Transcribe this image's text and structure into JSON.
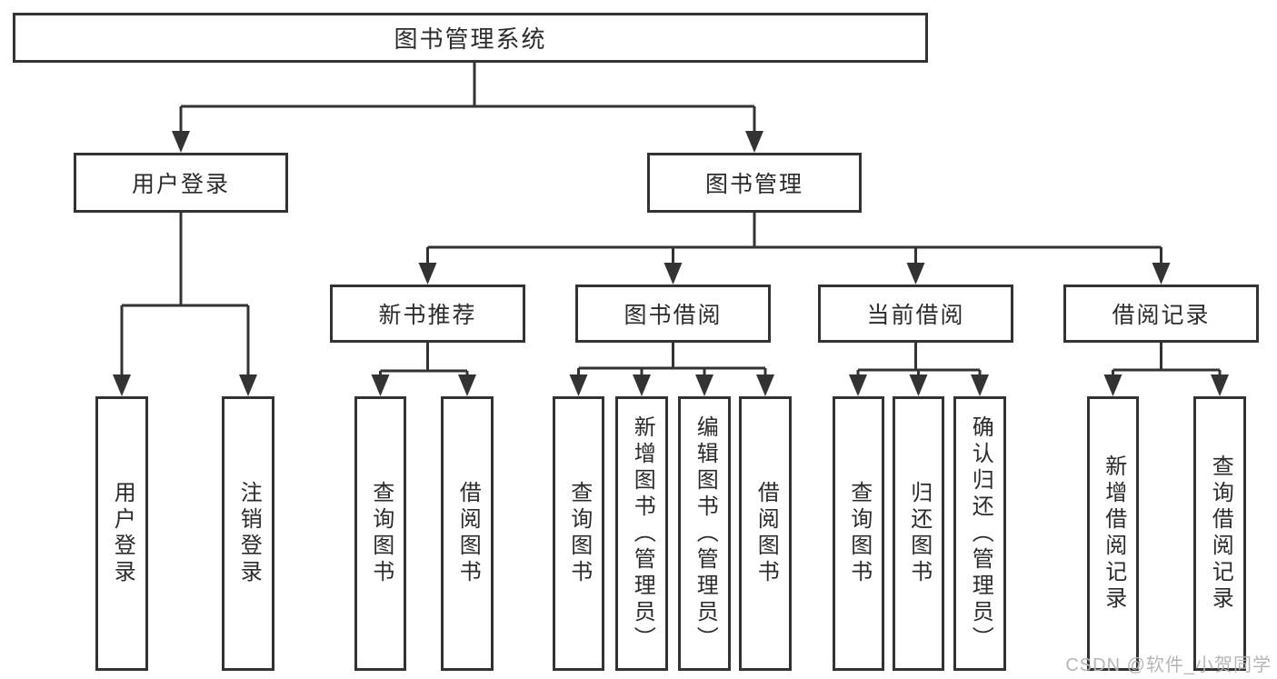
{
  "org_chart": {
    "root": {
      "label": "图书管理系统"
    },
    "branches": [
      {
        "label": "用户登录",
        "leaves": [
          {
            "label": "用户登录"
          },
          {
            "label": "注销登录"
          }
        ]
      },
      {
        "label": "图书管理",
        "groups": [
          {
            "label": "新书推荐",
            "leaves": [
              {
                "label": "查询图书"
              },
              {
                "label": "借阅图书"
              }
            ]
          },
          {
            "label": "图书借阅",
            "leaves": [
              {
                "label": "查询图书"
              },
              {
                "label": "新增图书（管理员）"
              },
              {
                "label": "编辑图书（管理员）"
              },
              {
                "label": "借阅图书"
              }
            ]
          },
          {
            "label": "当前借阅",
            "leaves": [
              {
                "label": "查询图书"
              },
              {
                "label": "归还图书"
              },
              {
                "label": "确认归还（管理员）"
              }
            ]
          },
          {
            "label": "借阅记录",
            "leaves": [
              {
                "label": "新增借阅记录"
              },
              {
                "label": "查询借阅记录"
              }
            ]
          }
        ]
      }
    ]
  },
  "watermark": {
    "text": "CSDN @软件_小贺同学"
  },
  "colors": {
    "line": "#333333",
    "text": "#2b2b2b",
    "background": "#ffffff",
    "watermark": "#b3b3b3"
  }
}
